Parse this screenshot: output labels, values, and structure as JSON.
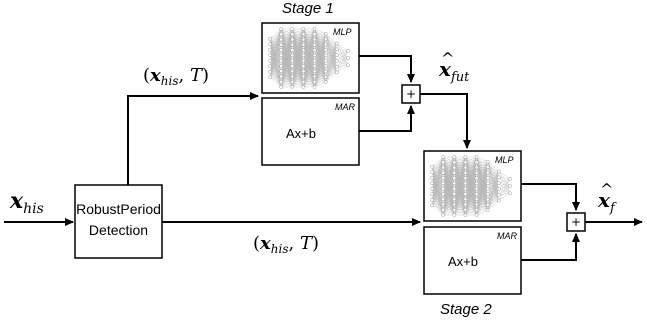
{
  "stage1": {
    "label": "Stage 1"
  },
  "stage2": {
    "label": "Stage 2"
  },
  "mlp_label": "MLP",
  "mar_label": "MAR",
  "mar_formula": "Ax+b",
  "detector": {
    "line1": "RobustPeriod",
    "line2": "Detection"
  },
  "input": {
    "symbol": "x",
    "subscript": "his"
  },
  "branch_label": {
    "open": "(",
    "symbol": "x",
    "subscript": "his",
    "sep": ", ",
    "period": "T",
    "close": ")"
  },
  "intermediate_output": {
    "hat": "^",
    "symbol": "x",
    "subscript": "fut"
  },
  "final_output": {
    "hat": "^",
    "symbol": "x",
    "subscript": "f"
  },
  "sum_symbol": "+"
}
